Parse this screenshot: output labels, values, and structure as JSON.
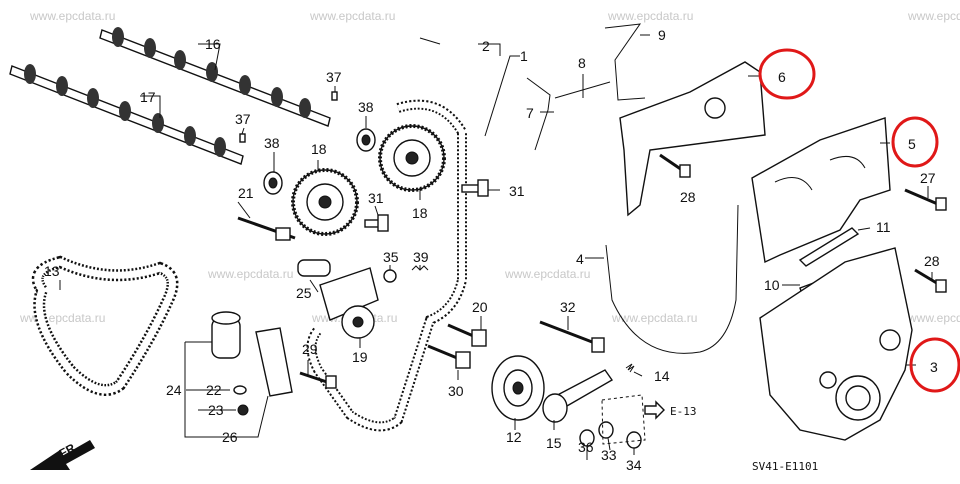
{
  "watermark": "www.epcdata.ru",
  "diagram_code": "SV41-E1101",
  "ref_label": "E-13",
  "direction_label": "FR.",
  "highlight_color": "#e01818",
  "callouts": {
    "p1": "1",
    "p2": "2",
    "p3": "3",
    "p4": "4",
    "p5": "5",
    "p6": "6",
    "p7": "7",
    "p8": "8",
    "p9": "9",
    "p10": "10",
    "p11": "11",
    "p12": "12",
    "p13": "13",
    "p14": "14",
    "p15": "15",
    "p16": "16",
    "p17": "17",
    "p18a": "18",
    "p18b": "18",
    "p19": "19",
    "p20": "20",
    "p21": "21",
    "p22": "22",
    "p23": "23",
    "p24": "24",
    "p25": "25",
    "p26": "26",
    "p27": "27",
    "p28a": "28",
    "p28b": "28",
    "p29": "29",
    "p30": "30",
    "p31a": "31",
    "p31b": "31",
    "p32": "32",
    "p33": "33",
    "p34": "34",
    "p35": "35",
    "p36": "36",
    "p37a": "37",
    "p37b": "37",
    "p38a": "38",
    "p38b": "38",
    "p39": "39"
  },
  "highlighted_parts": [
    "3",
    "5",
    "6"
  ]
}
